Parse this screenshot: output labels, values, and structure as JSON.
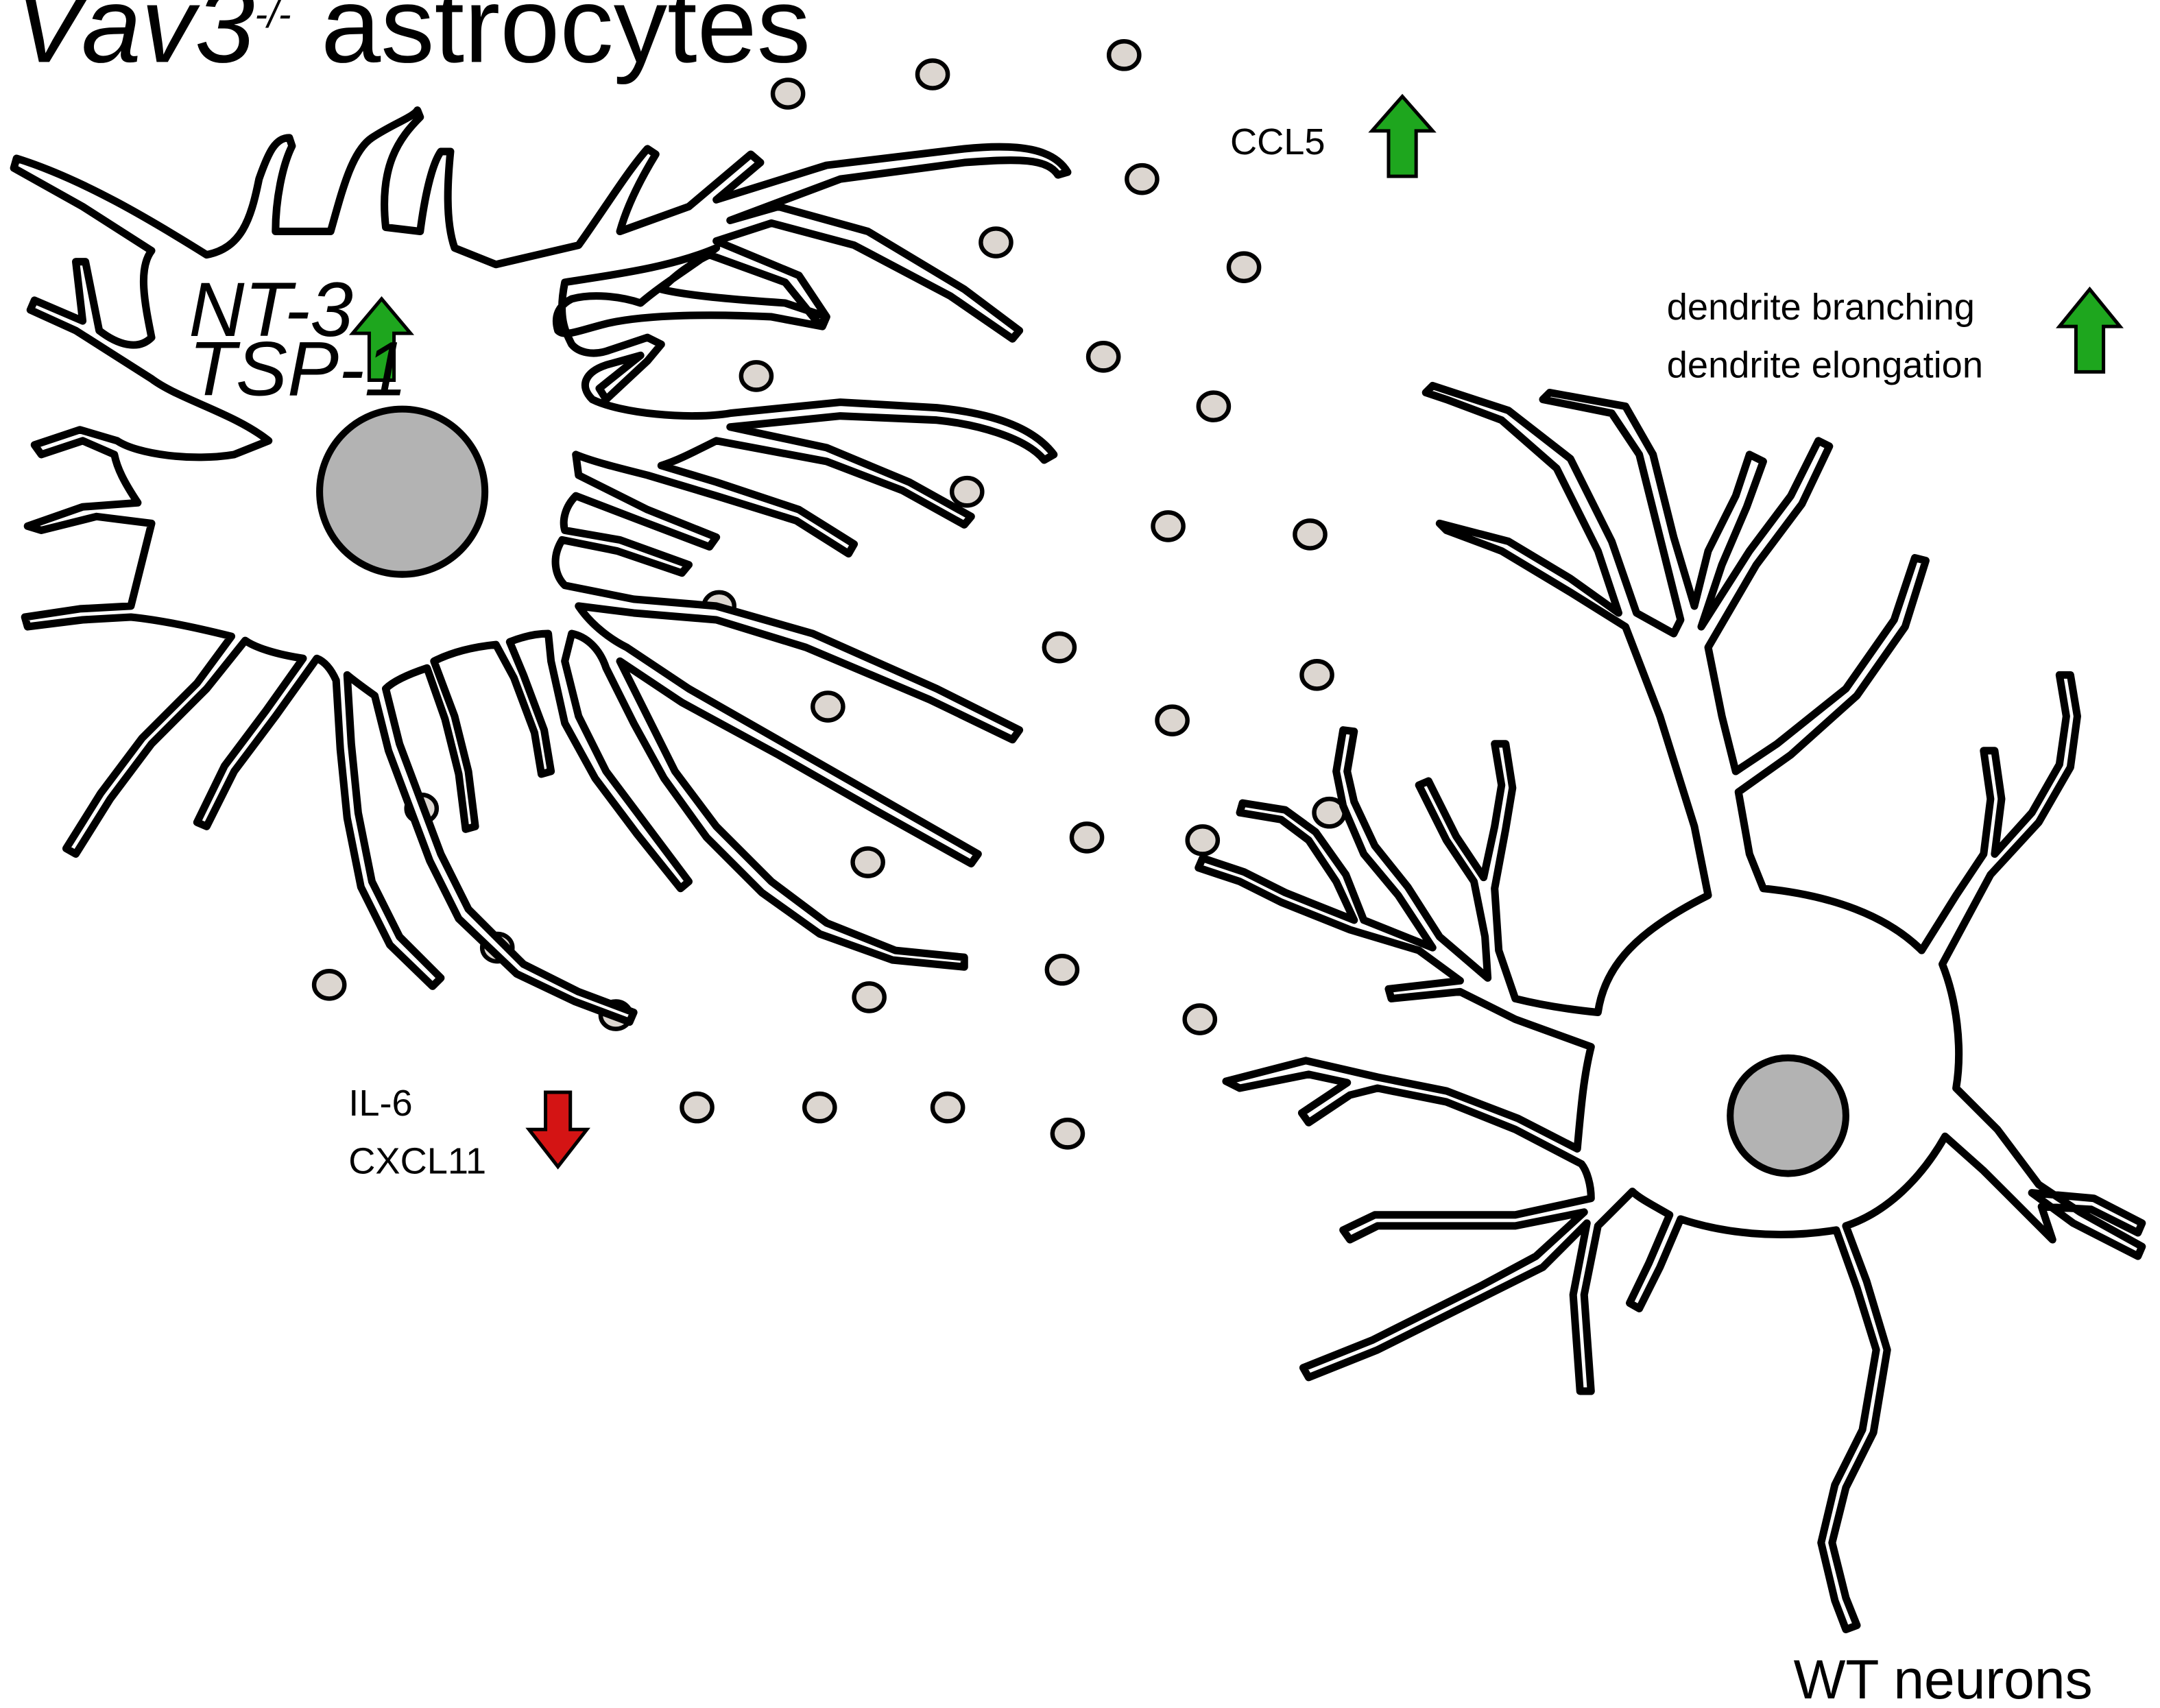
{
  "diagram": {
    "title_gene": "Vav3",
    "title_sup": "-/-",
    "title_rest": " astrocytes",
    "neurons_label": "WT neurons",
    "astro_factor_1": "NT-3",
    "astro_factor_2": "TSP-1",
    "secreted_up": "CCL5",
    "secreted_down_1": "IL-6",
    "secreted_down_2": "CXCL11",
    "effect_1": "dendrite branching",
    "effect_2": "dendrite elongation",
    "colors": {
      "up_arrow": "#1ea61e",
      "down_arrow": "#d41414",
      "nucleus": "#b3b3b3",
      "secreted_dot": "#dcd6d0"
    },
    "icons": [
      "up-arrow-icon",
      "down-arrow-icon"
    ]
  }
}
